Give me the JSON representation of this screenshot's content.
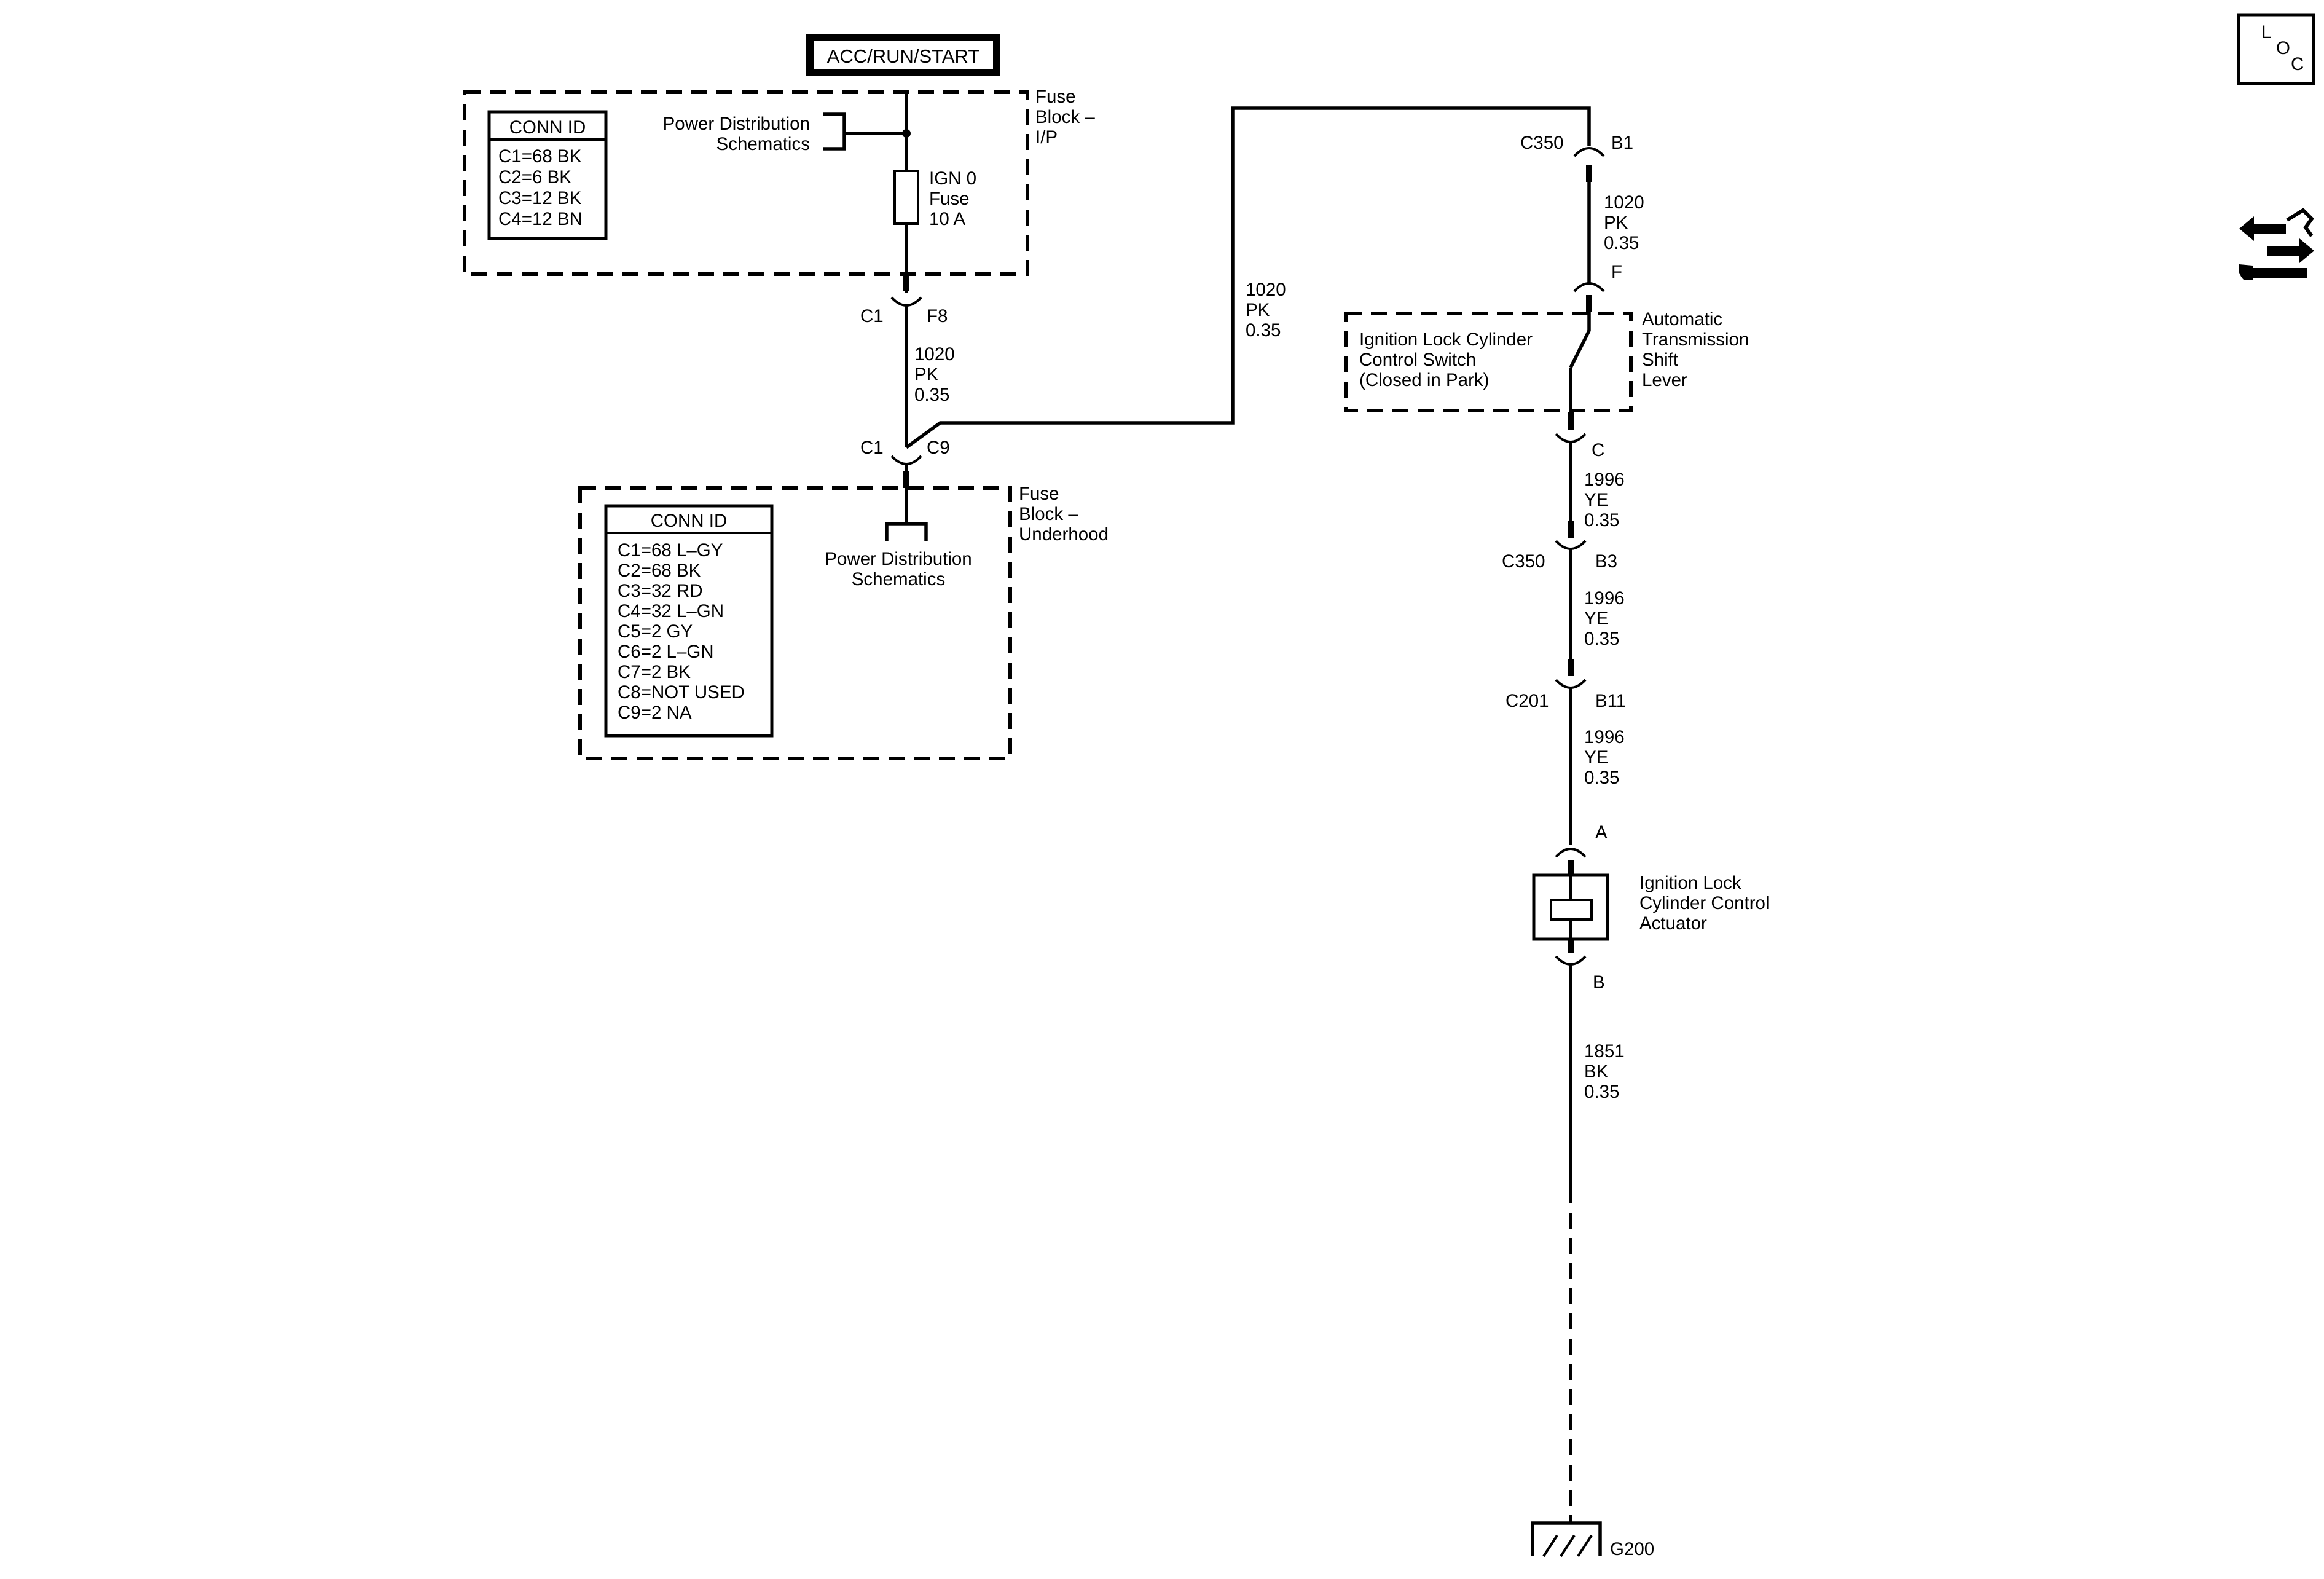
{
  "header": {
    "power_mode": "ACC/RUN/START"
  },
  "icons": {
    "loc": [
      "L",
      "O",
      "C"
    ],
    "service": "service-icon"
  },
  "fuse_block_ip": {
    "name": [
      "Fuse",
      "Block –",
      "I/P"
    ],
    "conn_id_title": "CONN ID",
    "conn_ids": [
      "C1=68 BK",
      "C2=6 BK",
      "C3=12 BK",
      "C4=12 BN"
    ],
    "power_dist": [
      "Power Distribution",
      "Schematics"
    ],
    "fuse": [
      "IGN 0",
      "Fuse",
      "10 A"
    ],
    "connector": "C1",
    "pin": "F8"
  },
  "wire_1020_a": [
    "1020",
    "PK",
    "0.35"
  ],
  "wire_1020_b": [
    "1020",
    "PK",
    "0.35"
  ],
  "wire_1020_c": [
    "1020",
    "PK",
    "0.35"
  ],
  "fuse_block_underhood": {
    "name": [
      "Fuse",
      "Block –",
      "Underhood"
    ],
    "conn_id_title": "CONN ID",
    "conn_ids": [
      "C1=68 L–GY",
      "C2=68 BK",
      "C3=32 RD",
      "C4=32 L–GN",
      "C5=2 GY",
      "C6=2 L–GN",
      "C7=2 BK",
      "C8=NOT USED",
      "C9=2 NA"
    ],
    "power_dist": [
      "Power Distribution",
      "Schematics"
    ],
    "connector": "C1",
    "pin": "C9"
  },
  "c350_b1": {
    "connector": "C350",
    "pin": "B1"
  },
  "shift_lever": {
    "pin_in": "F",
    "pin_out": "C",
    "switch_label": [
      "Ignition Lock Cylinder",
      "Control Switch",
      "(Closed in Park)"
    ],
    "name": [
      "Automatic",
      "Transmission",
      "Shift",
      "Lever"
    ]
  },
  "wire_1996_a": [
    "1996",
    "YE",
    "0.35"
  ],
  "c350_b3": {
    "connector": "C350",
    "pin": "B3"
  },
  "wire_1996_b": [
    "1996",
    "YE",
    "0.35"
  ],
  "c201_b11": {
    "connector": "C201",
    "pin": "B11"
  },
  "wire_1996_c": [
    "1996",
    "YE",
    "0.35"
  ],
  "actuator": {
    "pin_in": "A",
    "pin_out": "B",
    "name": [
      "Ignition Lock",
      "Cylinder Control",
      "Actuator"
    ]
  },
  "wire_1851": [
    "1851",
    "BK",
    "0.35"
  ],
  "ground": {
    "name": "G200"
  }
}
